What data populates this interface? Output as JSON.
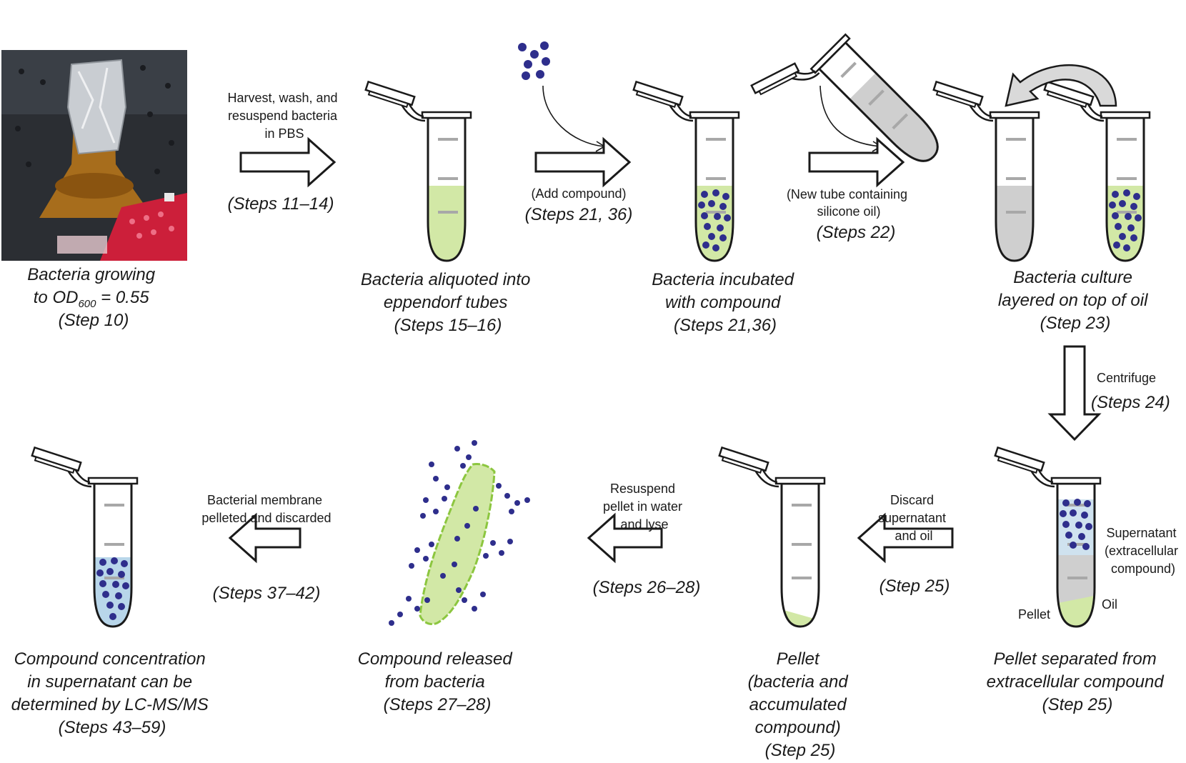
{
  "colors": {
    "bacteria_fill": "#d2e8a6",
    "bacteria_stroke": "#8cc63f",
    "compound_dot": "#2e2e8c",
    "oil": "#cfcfcf",
    "supernatant": "#cfe2ef",
    "final_supernatant": "#b8d6ea",
    "outline": "#1a1a1a"
  },
  "photo": {
    "name": "bacteria-flask-photo"
  },
  "stages": {
    "s1": {
      "l1": "Bacteria growing",
      "l2a": "to OD",
      "l2sub": "600",
      "l2b": " = 0.55",
      "l3": "(Step 10)"
    },
    "s2": {
      "l1": "Bacteria aliquoted into",
      "l2": "eppendorf tubes",
      "l3": "(Steps 15–16)"
    },
    "s3": {
      "l1": "Bacteria incubated",
      "l2": "with compound",
      "l3": "(Steps 21,36)"
    },
    "s4": {
      "l1": "Bacteria culture",
      "l2": "layered on top of oil",
      "l3": "(Step 23)"
    },
    "s5": {
      "l1": "Pellet separated from",
      "l2": "extracellular compound",
      "l3": "(Step 25)"
    },
    "s6": {
      "l1": "Pellet",
      "l2": "(bacteria and",
      "l3": "accumulated",
      "l4": "compound)",
      "l5": "(Step 25)"
    },
    "s7": {
      "l1": "Compound released",
      "l2": "from bacteria",
      "l3": "(Steps 27–28)"
    },
    "s8": {
      "l1": "Compound concentration",
      "l2": "in supernatant can be",
      "l3": "determined by LC-MS/MS",
      "l4": "(Steps 43–59)"
    }
  },
  "arrows": {
    "a1": {
      "t1": "Harvest, wash, and",
      "t2": "resuspend bacteria",
      "t3": "in PBS",
      "steps": "(Steps 11–14)"
    },
    "a2": {
      "t1": "(Add compound)",
      "steps": "(Steps 21, 36)"
    },
    "a3": {
      "t1": "(New tube containing",
      "t2": "silicone oil)",
      "steps": "(Steps 22)"
    },
    "a4": {
      "t1": "Centrifuge",
      "steps": "(Steps 24)"
    },
    "a5": {
      "t1": "Discard",
      "t2": "supernatant",
      "t3": "and oil",
      "steps": "(Step 25)"
    },
    "a6": {
      "t1": "Resuspend",
      "t2": "pellet in water",
      "t3": "and lyse",
      "steps": "(Steps 26–28)"
    },
    "a7": {
      "t1": "Bacterial membrane",
      "t2": "pelleted and discarded",
      "steps": "(Steps 37–42)"
    }
  },
  "tube_labels": {
    "supernatant1": "Supernatant",
    "supernatant2": "(extracellular",
    "supernatant3": "compound)",
    "oil": "Oil",
    "pellet": "Pellet"
  }
}
